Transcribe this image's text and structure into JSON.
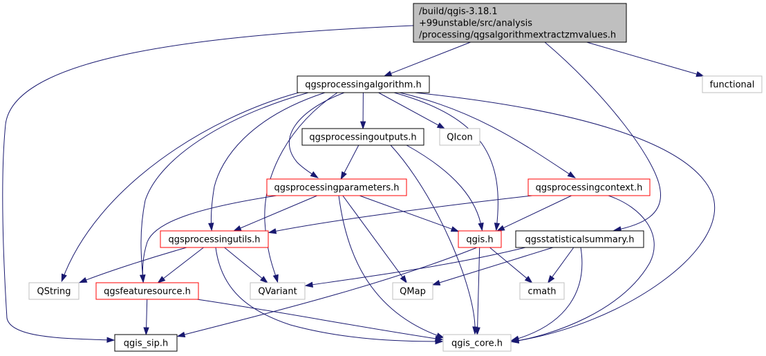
{
  "colors": {
    "edge": "#191970",
    "root_fill": "#bfbfbf",
    "border_black": "#000000",
    "border_red": "#ff0000",
    "border_gray": "#bfbfbf",
    "text": "#000000"
  },
  "nodes": [
    {
      "id": "root",
      "lines": [
        "/build/qgis-3.18.1",
        "+99unstable/src/analysis",
        "/processing/qgsalgorithmextractzmvalues.h"
      ],
      "style": "root"
    },
    {
      "id": "qgsprocessingalgorithm",
      "lines": [
        "qgsprocessingalgorithm.h"
      ],
      "style": "black"
    },
    {
      "id": "functional",
      "lines": [
        "functional"
      ],
      "style": "gray"
    },
    {
      "id": "qgsprocessingoutputs",
      "lines": [
        "qgsprocessingoutputs.h"
      ],
      "style": "black"
    },
    {
      "id": "qicon",
      "lines": [
        "QIcon"
      ],
      "style": "gray"
    },
    {
      "id": "qgsprocessingparameters",
      "lines": [
        "qgsprocessingparameters.h"
      ],
      "style": "red"
    },
    {
      "id": "qgsprocessingcontext",
      "lines": [
        "qgsprocessingcontext.h"
      ],
      "style": "red"
    },
    {
      "id": "qgsprocessingutils",
      "lines": [
        "qgsprocessingutils.h"
      ],
      "style": "red"
    },
    {
      "id": "qgis",
      "lines": [
        "qgis.h"
      ],
      "style": "red"
    },
    {
      "id": "qgsstatisticalsummary",
      "lines": [
        "qgsstatisticalsummary.h"
      ],
      "style": "black"
    },
    {
      "id": "qstring",
      "lines": [
        "QString"
      ],
      "style": "gray"
    },
    {
      "id": "qgsfeaturesource",
      "lines": [
        "qgsfeaturesource.h"
      ],
      "style": "red"
    },
    {
      "id": "qvariant",
      "lines": [
        "QVariant"
      ],
      "style": "gray"
    },
    {
      "id": "qmap",
      "lines": [
        "QMap"
      ],
      "style": "gray"
    },
    {
      "id": "cmath",
      "lines": [
        "cmath"
      ],
      "style": "gray"
    },
    {
      "id": "qgis_sip",
      "lines": [
        "qgis_sip.h"
      ],
      "style": "black"
    },
    {
      "id": "qgis_core",
      "lines": [
        "qgis_core.h"
      ],
      "style": "gray"
    }
  ],
  "edges": [
    [
      "root",
      "qgsprocessingalgorithm"
    ],
    [
      "root",
      "functional"
    ],
    [
      "root",
      "qgsstatisticalsummary"
    ],
    [
      "root",
      "qgis_sip"
    ],
    [
      "qgsprocessingalgorithm",
      "qgsprocessingoutputs"
    ],
    [
      "qgsprocessingalgorithm",
      "qicon"
    ],
    [
      "qgsprocessingalgorithm",
      "qgsprocessingparameters"
    ],
    [
      "qgsprocessingalgorithm",
      "qgsprocessingcontext"
    ],
    [
      "qgsprocessingalgorithm",
      "qgsprocessingutils"
    ],
    [
      "qgsprocessingalgorithm",
      "qgis"
    ],
    [
      "qgsprocessingalgorithm",
      "qstring"
    ],
    [
      "qgsprocessingalgorithm",
      "qgsfeaturesource"
    ],
    [
      "qgsprocessingalgorithm",
      "qvariant"
    ],
    [
      "qgsprocessingalgorithm",
      "qgis_core"
    ],
    [
      "qgsprocessingoutputs",
      "qgsprocessingparameters"
    ],
    [
      "qgsprocessingoutputs",
      "qgis"
    ],
    [
      "qgsprocessingoutputs",
      "qgis_core"
    ],
    [
      "qgsprocessingparameters",
      "qgsprocessingutils"
    ],
    [
      "qgsprocessingparameters",
      "qgis"
    ],
    [
      "qgsprocessingparameters",
      "qgsfeaturesource"
    ],
    [
      "qgsprocessingparameters",
      "qmap"
    ],
    [
      "qgsprocessingparameters",
      "qgis_core"
    ],
    [
      "qgsprocessingcontext",
      "qgsprocessingutils"
    ],
    [
      "qgsprocessingcontext",
      "qgis"
    ],
    [
      "qgsprocessingcontext",
      "qgis_core"
    ],
    [
      "qgsprocessingutils",
      "qstring"
    ],
    [
      "qgsprocessingutils",
      "qgsfeaturesource"
    ],
    [
      "qgsprocessingutils",
      "qvariant"
    ],
    [
      "qgsprocessingutils",
      "qgis_core"
    ],
    [
      "qgis",
      "cmath"
    ],
    [
      "qgis",
      "qgis_sip"
    ],
    [
      "qgis",
      "qgis_core"
    ],
    [
      "qgsstatisticalsummary",
      "qvariant"
    ],
    [
      "qgsstatisticalsummary",
      "qmap"
    ],
    [
      "qgsstatisticalsummary",
      "cmath"
    ],
    [
      "qgsstatisticalsummary",
      "qgis_core"
    ],
    [
      "qgsfeaturesource",
      "qgis_sip"
    ],
    [
      "qgsfeaturesource",
      "qgis_core"
    ]
  ]
}
